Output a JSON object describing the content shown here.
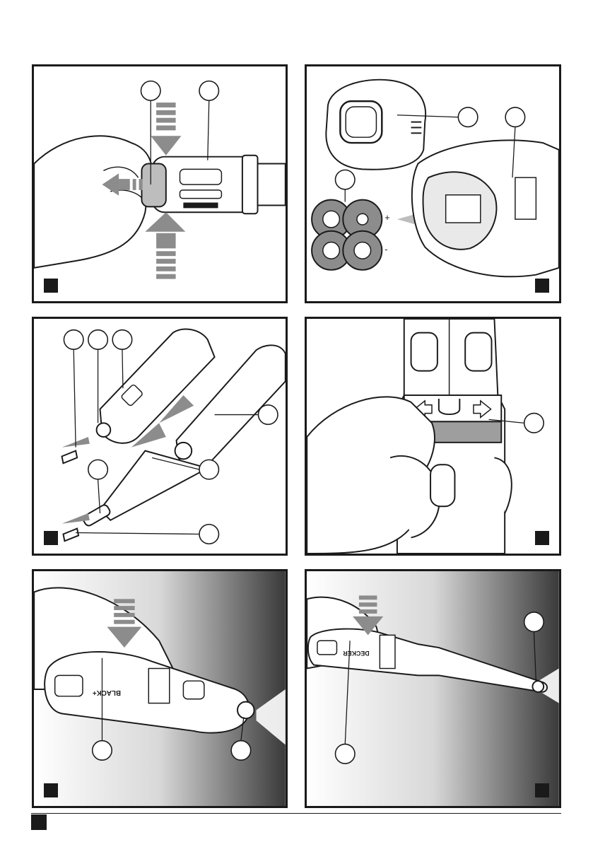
{
  "page": {
    "figures": [
      {
        "id": "fig-1",
        "tag": "",
        "callouts": [
          "",
          ""
        ]
      },
      {
        "id": "fig-2",
        "tag": "",
        "callouts": [
          "",
          "",
          ""
        ]
      },
      {
        "id": "fig-3",
        "tag": "",
        "callouts": [
          "",
          "",
          "",
          "",
          "",
          "",
          ""
        ]
      },
      {
        "id": "fig-4",
        "tag": "",
        "callouts": [
          ""
        ]
      },
      {
        "id": "fig-5",
        "tag": "",
        "callouts": [
          "",
          ""
        ]
      },
      {
        "id": "fig-6",
        "tag": "",
        "callouts": [
          "",
          ""
        ]
      }
    ],
    "page_number": ""
  },
  "device_labels": {
    "brand_line_1": "BLACK+",
    "brand_line_2": "DECKER",
    "polarity_plus": "+",
    "polarity_minus": "-"
  },
  "colors": {
    "ink": "#1a1a1a",
    "frame": "#1a1a1a",
    "arrow_grey": "#8c8c8c",
    "shade_dark": "#3a3a3a",
    "paper": "#ffffff"
  },
  "icons": [
    "hand-icon",
    "screwdriver-icon",
    "arrow-icon",
    "battery-icon",
    "bit-icon",
    "led-light-icon"
  ]
}
